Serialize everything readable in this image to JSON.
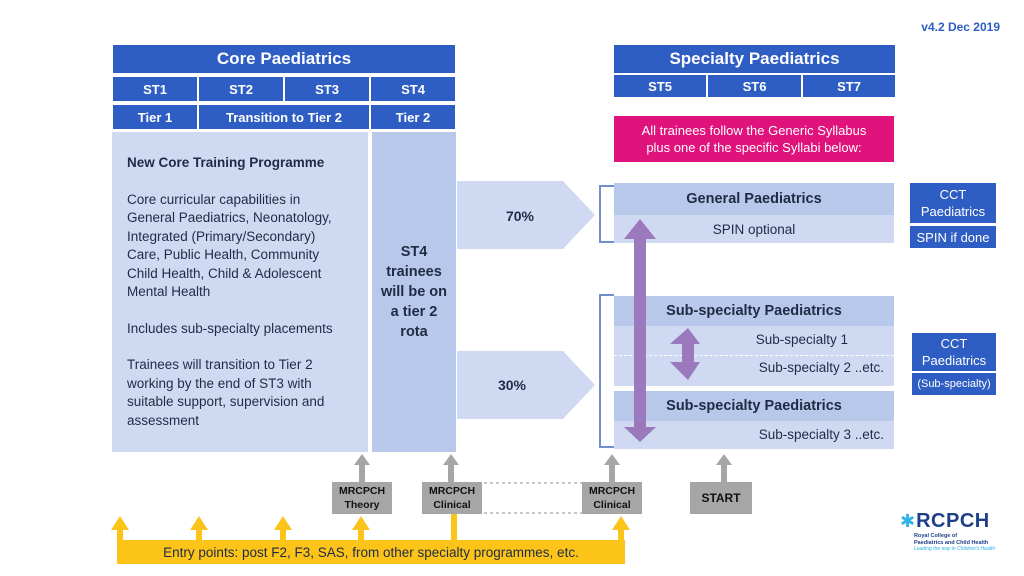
{
  "version": "v4.2 Dec 2019",
  "core": {
    "title": "Core Paediatrics",
    "stages": [
      "ST1",
      "ST2",
      "ST3",
      "ST4"
    ],
    "tiers": [
      "Tier 1",
      "Transition to Tier 2",
      "Tier 2"
    ],
    "programme_heading": "New Core Training Programme",
    "capabilities": "Core curricular capabilities in\nGeneral Paediatrics, Neonatology,\nIntegrated (Primary/Secondary)\nCare, Public Health, Community\nChild Health, Child & Adolescent\nMental Health",
    "placements": "Includes sub-specialty placements",
    "transition": "Trainees will transition to Tier 2\nworking by the end of ST3 with\nsuitable support, supervision and\nassessment",
    "st4_note": "ST4\ntrainees\nwill be on\na tier 2\nrota"
  },
  "flow": {
    "general_share": "70%",
    "subspecialty_share": "30%"
  },
  "specialty": {
    "title": "Specialty Paediatrics",
    "stages": [
      "ST5",
      "ST6",
      "ST7"
    ],
    "syllabus_note": "All trainees follow the Generic Syllabus\nplus one of the specific Syllabi below:",
    "general": {
      "title": "General Paediatrics",
      "spin": "SPIN optional"
    },
    "sub_a": {
      "title": "Sub-specialty Paediatrics",
      "item1": "Sub-specialty 1",
      "item2": "Sub-specialty 2 ..etc."
    },
    "sub_b": {
      "title": "Sub-specialty Paediatrics",
      "item3": "Sub-specialty 3 ..etc."
    }
  },
  "outcomes": {
    "cct_general": "CCT\nPaediatrics",
    "spin_done": "SPIN if done",
    "cct_sub": "CCT\nPaediatrics",
    "cct_sub_qualifier": "(Sub-specialty)"
  },
  "exams": {
    "theory": "MRCPCH\nTheory",
    "clinical_1": "MRCPCH\nClinical",
    "clinical_2": "MRCPCH\nClinical",
    "start": "START"
  },
  "entry_points": "Entry points: post F2, F3, SAS, from other specialty programmes, etc.",
  "logo": {
    "name": "RCPCH",
    "subtitle": "Royal College of\nPaediatrics and Child Health",
    "tagline": "Leading the way in Children's Health"
  }
}
